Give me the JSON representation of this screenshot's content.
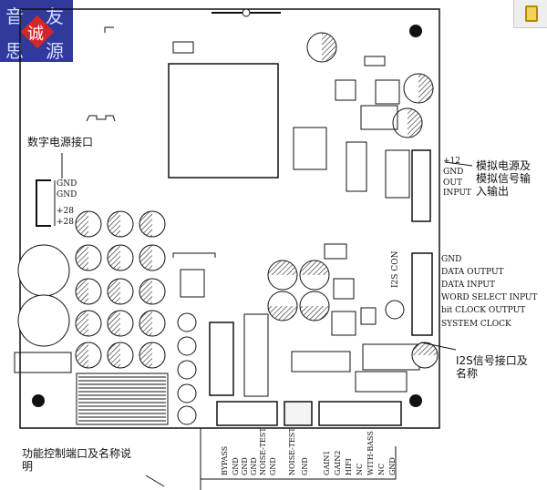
{
  "logo": {
    "chars": [
      "音",
      "友",
      "思",
      "源"
    ],
    "center_char": "诚",
    "color": "#2f3a9a",
    "center_color": "#d4252c"
  },
  "annotations": {
    "digital_power": "数字电源接口",
    "analog_power_line1": "模拟电源及",
    "analog_power_line2": "模拟信号输",
    "analog_power_line3": "入输出",
    "i2s_line1": "I2S信号接口及",
    "i2s_line2": "名称",
    "control_line1": "功能控制端口及名称说",
    "control_line2": "明"
  },
  "digital_pins": [
    "GND",
    "GND",
    "+28",
    "+28"
  ],
  "analog_pins": [
    "+12",
    "GND",
    "OUT",
    "INPUT"
  ],
  "i2s_pins": [
    "GND",
    "DATA OUTPUT",
    "DATA INPUT",
    "WORD SELECT INPUT",
    "bit CLOCK OUTPUT",
    "SYSTEM CLOCK"
  ],
  "i2s_con_label": "I2S CON",
  "control_pins_left": [
    "BYPASS",
    "GND",
    "GND",
    "GND",
    "NOISE-TEST",
    "GND"
  ],
  "control_pins_mid": [
    "NOISE-TEST",
    "GND"
  ],
  "control_pins_right": [
    "GAIN1",
    "GAIN2",
    "HIFI",
    "NC",
    "WITH-BASS",
    "NC",
    "GND"
  ]
}
